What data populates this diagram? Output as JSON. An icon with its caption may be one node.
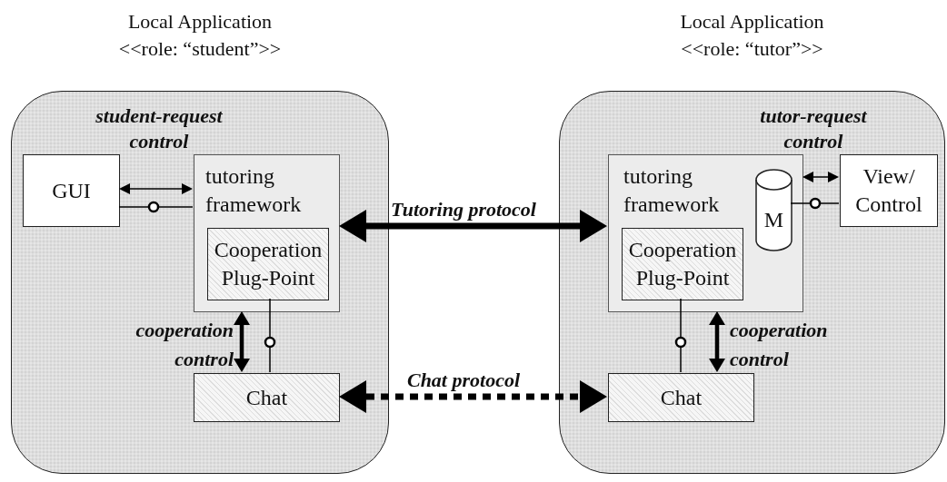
{
  "diagram": {
    "nodes": [
      {
        "text": [
          "Local Application <<role: “student”>>"
        ]
      },
      {
        "text": [
          "GUI"
        ],
        "in": 0
      },
      {
        "text": [
          "tutoring framework"
        ],
        "in": 0
      },
      {
        "text": [
          "Cooperation Plug-Point"
        ],
        "in": 2
      },
      {
        "text": [
          "Chat"
        ],
        "in": 0
      },
      {
        "text": [
          "Local Application <<role: “tutor”>>"
        ]
      },
      {
        "text": [
          "tutoring framework"
        ],
        "in": 5
      },
      {
        "text": [
          "Cooperation Plug-Point"
        ],
        "in": 6
      },
      {
        "text": [
          "M"
        ],
        "in": 6
      },
      {
        "text": [
          "View/ Control"
        ],
        "in": 5
      },
      {
        "text": [
          "Chat"
        ],
        "in": 5
      }
    ],
    "edges": [
      {
        "from": 1,
        "to": 2,
        "arrow": "both",
        "label": "student-request control"
      },
      {
        "from": 1,
        "to": 2,
        "arrow": "none"
      },
      {
        "from": 2,
        "to": 6,
        "arrow": "both",
        "label": "Tutoring protocol",
        "style": "thick"
      },
      {
        "from": 3,
        "to": 4,
        "arrow": "none"
      },
      {
        "from": 2,
        "to": 4,
        "arrow": "both",
        "label": "cooperation control",
        "style": "thick"
      },
      {
        "from": 4,
        "to": 10,
        "arrow": "both",
        "label": "Chat protocol",
        "style": "dashed"
      },
      {
        "from": 7,
        "to": 10,
        "arrow": "none"
      },
      {
        "from": 6,
        "to": 10,
        "arrow": "both",
        "label": "cooperation control",
        "style": "thick"
      },
      {
        "from": 6,
        "to": 9,
        "arrow": "both",
        "label": "tutor-request control"
      },
      {
        "from": 8,
        "to": 9,
        "arrow": "none"
      }
    ]
  }
}
